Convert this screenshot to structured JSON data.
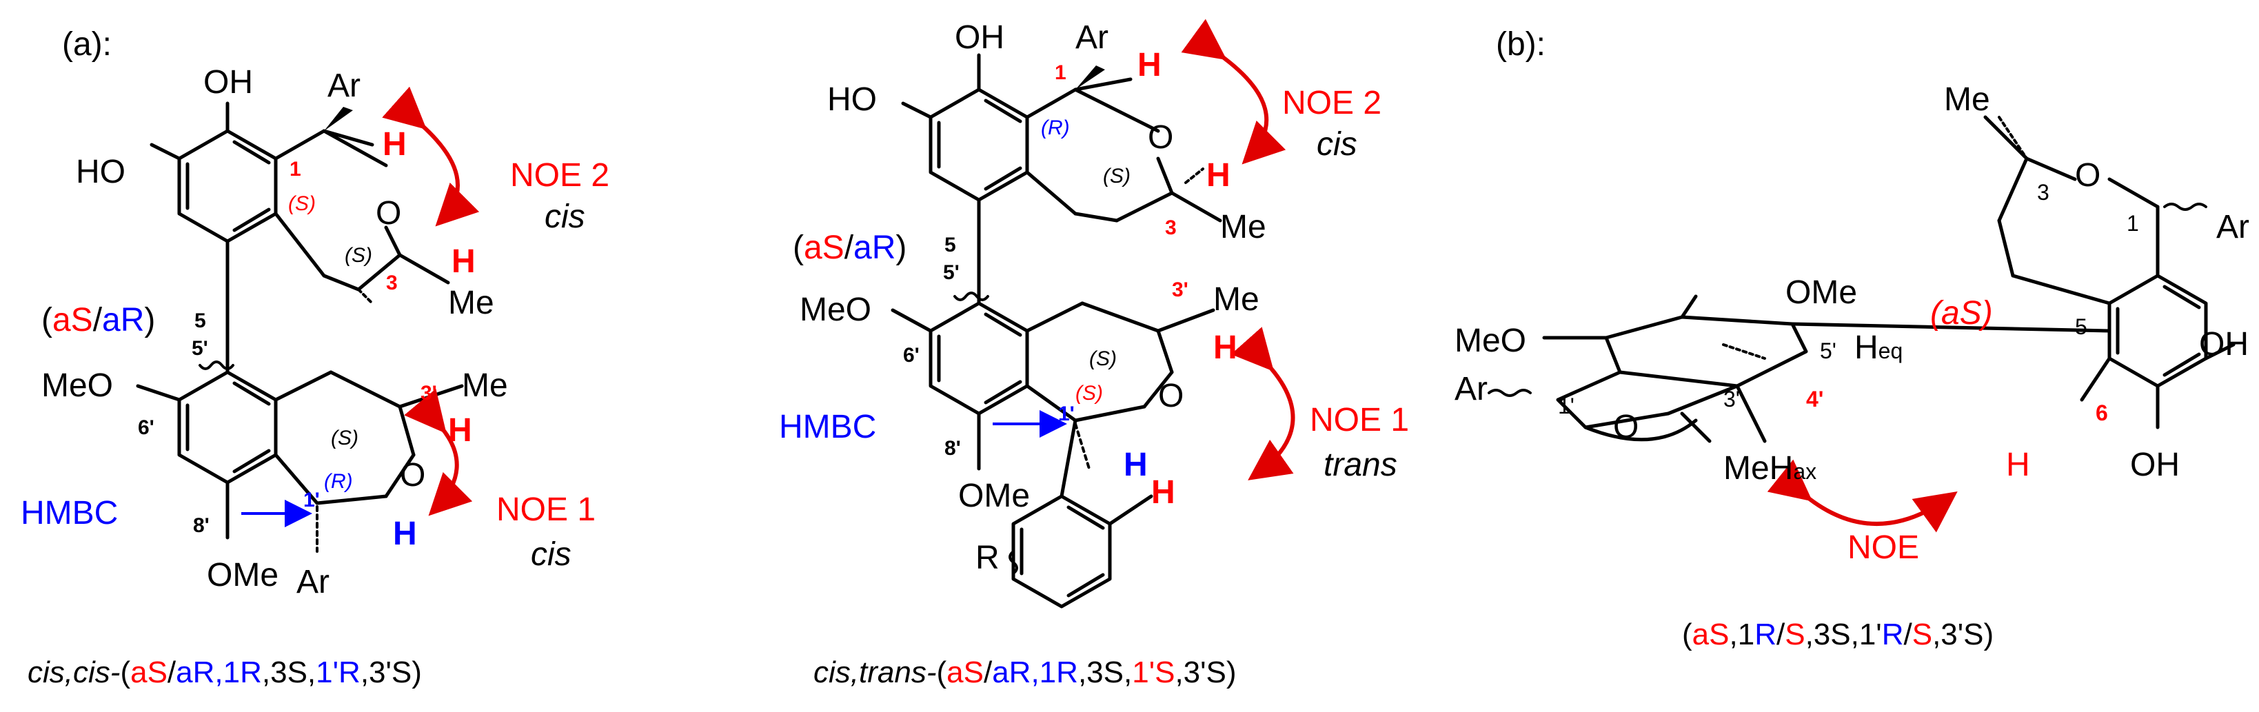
{
  "panels": {
    "a_label": "(a):",
    "b_label": "(b):"
  },
  "struct1": {
    "oh_top": "OH",
    "ho_left": "HO",
    "ar_top": "Ar",
    "h_top": "H",
    "num_1": "1",
    "cfg_S_1": "(S)",
    "o_ring": "O",
    "cfg_S_3": "(S)",
    "h_3": "H",
    "num_3": "3",
    "me_3": "Me",
    "noe2": "NOE 2",
    "noe2_sub": "cis",
    "axial_open": "(",
    "axial_aS": "aS",
    "axial_slash": "/",
    "axial_aR": "aR",
    "axial_close": ")",
    "num_5": "5",
    "num_5p": "5'",
    "meo": "MeO",
    "num_6p": "6'",
    "num_3p": "3'",
    "me_3p": "Me",
    "h_3p": "H",
    "cfg_S_3p": "(S)",
    "o_ring2": "O",
    "cfg_R_1p": "(R)",
    "num_1p": "1'",
    "h_1p": "H",
    "hmbc": "HMBC",
    "num_8p": "8'",
    "noe1": "NOE 1",
    "noe1_sub": "cis",
    "ome": "OMe",
    "ar_bottom": "Ar",
    "caption": {
      "p1": "cis,cis-",
      "p2": "(",
      "p3": "aS",
      "p4": "/",
      "p5": "aR",
      "p6": ",1R",
      "p7": ",3S,",
      "p8": "1'R",
      "p9": ",3'S)"
    }
  },
  "struct2": {
    "oh_top": "OH",
    "ho_left": "HO",
    "ar_top": "Ar",
    "num_1": "1",
    "h_1": "H",
    "cfg_R_1": "(R)",
    "o_ring": "O",
    "cfg_S_3": "(S)",
    "h_3": "H",
    "num_3": "3",
    "me_3": "Me",
    "noe2": "NOE 2",
    "noe2_sub": "cis",
    "axial_open": "(",
    "axial_aS": "aS",
    "axial_slash": "/",
    "axial_aR": "aR",
    "axial_close": ")",
    "num_5": "5",
    "num_5p": "5'",
    "meo": "MeO",
    "num_6p": "6'",
    "num_3p": "3'",
    "me_3p": "Me",
    "cfg_S_3p": "(S)",
    "h_3p": "H",
    "o_ring2": "O",
    "cfg_S_1p": "(S)",
    "num_1p": "1'",
    "h_1p": "H",
    "hmbc": "HMBC",
    "num_8p": "8'",
    "ome": "OMe",
    "noe1": "NOE 1",
    "noe1_sub": "trans",
    "h_ar": "H",
    "r_sub": "R",
    "caption": {
      "p1": "cis,trans-",
      "p2": "(",
      "p3": "aS",
      "p4": "/",
      "p5": "aR",
      "p6": ",1R",
      "p7": ",3S,",
      "p8": "1'S",
      "p9": ",3'S)"
    }
  },
  "struct3": {
    "me_top": "Me",
    "num_3": "3",
    "o_ring": "O",
    "num_1": "1",
    "ar_right": "Ar",
    "ome": "OMe",
    "axial": "(aS)",
    "num_5": "5",
    "oh_right": "OH",
    "meo": "MeO",
    "num_5p": "5'",
    "h_eq": "H",
    "h_eq_sub": "eq",
    "ar_left": "Ar",
    "num_1p": "1'",
    "o_left": "O",
    "num_3p": "3'",
    "num_4p": "4'",
    "num_6": "6",
    "me_h": "MeH",
    "h_ax_sub": "ax",
    "h_6": "H",
    "oh_bottom": "OH",
    "noe": "NOE",
    "caption": {
      "p1": "(",
      "p2": "aS",
      "p3": ",1",
      "p4": "R",
      "p5": "/",
      "p6": "S",
      "p7": ",3S,1'",
      "p8": "R",
      "p9": "/",
      "p10": "S",
      "p11": ",3'S)"
    }
  },
  "colors": {
    "noe_red": "#ff0000",
    "hmbc_blue": "#0000ff",
    "bond_black": "#000000"
  }
}
